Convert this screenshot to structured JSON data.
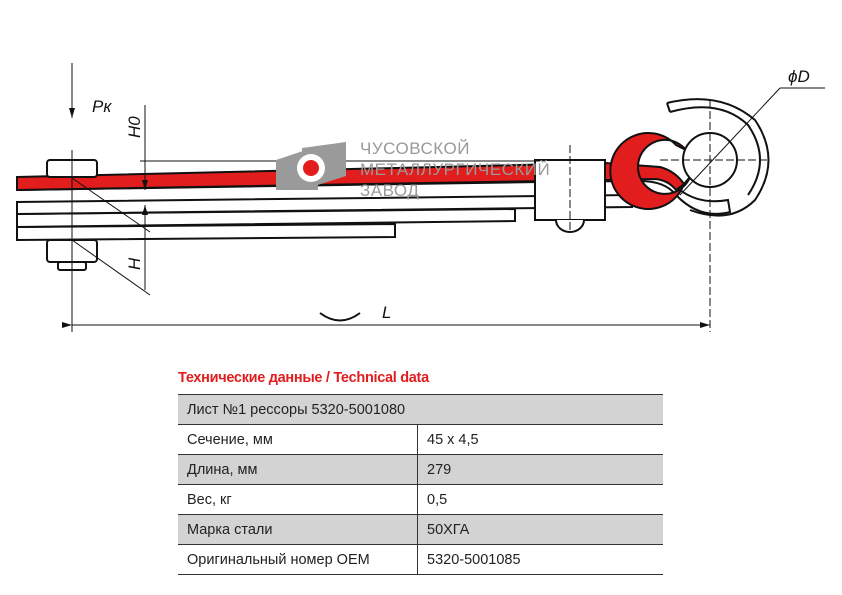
{
  "drawing": {
    "labels": {
      "force": "Pк",
      "h0": "H0",
      "h": "H",
      "length": "L",
      "diameter": "ϕD"
    },
    "colors": {
      "accent": "#e11d1d",
      "logo_gray": "#9a9a9a",
      "row_gray": "#d3d3d3"
    }
  },
  "logo": {
    "line1": "ЧУСОВСКОЙ",
    "line2": "МЕТАЛЛУРГИЧЕСКИЙ",
    "line3": "ЗАВОД"
  },
  "tech": {
    "title": "Технические данные / Technical data",
    "header": "Лист №1 рессоры 5320-5001080",
    "rows": [
      {
        "label": "Сечение, мм",
        "value": "45 x 4,5"
      },
      {
        "label": "Длина, мм",
        "value": "279"
      },
      {
        "label": "Вес, кг",
        "value": "0,5"
      },
      {
        "label": "Марка стали",
        "value": "50ХГА"
      },
      {
        "label": "Оригинальный номер OEM",
        "value": "5320-5001085"
      }
    ]
  }
}
